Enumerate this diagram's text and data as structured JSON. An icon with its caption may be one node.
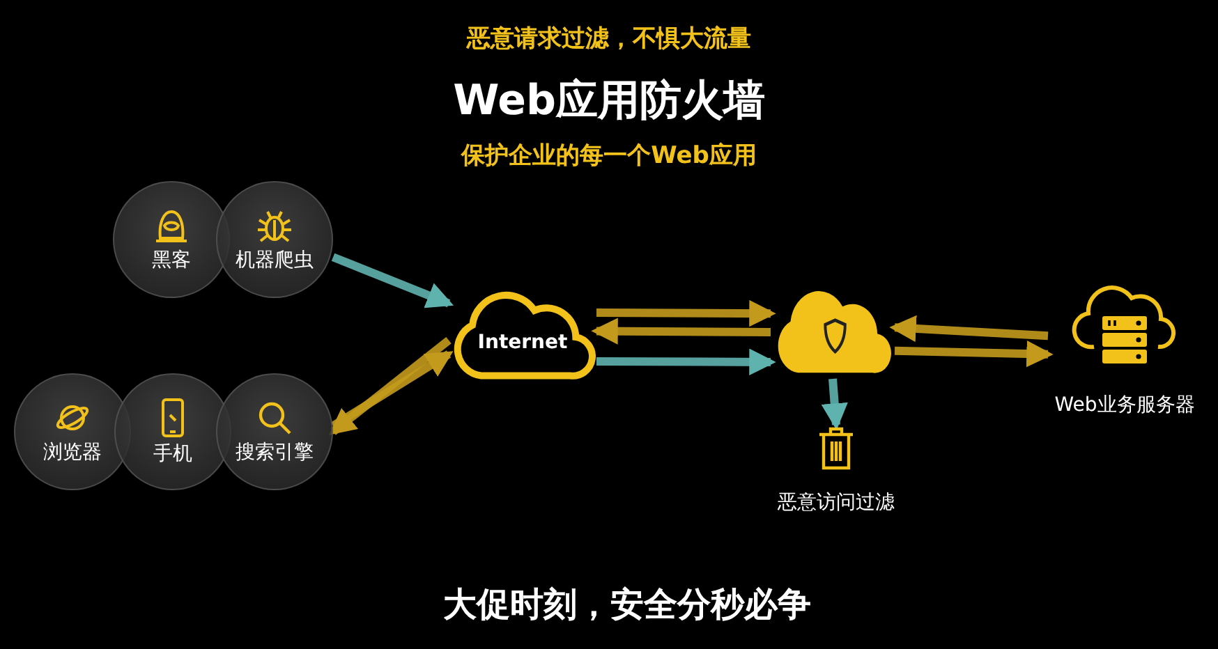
{
  "diagram": {
    "title": "Web应用防火墙",
    "nodes": [
      {
        "text": [
          "黑客"
        ]
      },
      {
        "text": [
          "机器爬虫"
        ]
      },
      {
        "text": [
          "浏览器"
        ]
      },
      {
        "text": [
          "手机"
        ]
      },
      {
        "text": [
          "搜索引擎"
        ]
      },
      {
        "text": [
          "Internet"
        ]
      },
      {
        "text": [],
        "shape": "cloud"
      },
      {
        "text": [
          "Web业务服务器"
        ]
      },
      {
        "text": [
          "恶意访问过滤"
        ]
      }
    ],
    "edges": [
      {
        "from": 1,
        "to": 5,
        "arrow": "to",
        "color": "#5fb3ae"
      },
      {
        "from": 5,
        "to": 4,
        "arrow": "to"
      },
      {
        "from": 4,
        "to": 5,
        "arrow": "to"
      },
      {
        "from": 5,
        "to": 6,
        "arrow": "to"
      },
      {
        "from": 6,
        "to": 5,
        "arrow": "to"
      },
      {
        "from": 5,
        "to": 6,
        "arrow": "to",
        "color": "#5fb3ae"
      },
      {
        "from": 7,
        "to": 6,
        "arrow": "to"
      },
      {
        "from": 6,
        "to": 7,
        "arrow": "to"
      },
      {
        "from": 6,
        "to": 8,
        "arrow": "to",
        "color": "#5fb3ae"
      }
    ],
    "labels": [
      "恶意请求过滤，不惧大流量",
      "保护企业的每一个Web应用",
      "大促时刻，安全分秒必争"
    ]
  }
}
